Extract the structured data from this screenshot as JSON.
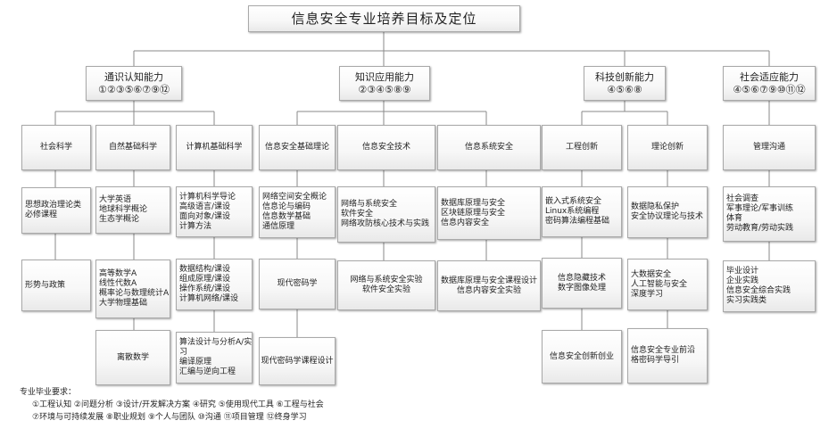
{
  "root": "信息安全专业培养目标及定位",
  "categories": [
    {
      "title": "通识认知能力",
      "nums": "①②③⑤⑥⑦⑨⑫"
    },
    {
      "title": "知识应用能力",
      "nums": "②③④⑤⑧⑨"
    },
    {
      "title": "科技创新能力",
      "nums": "④⑤⑥⑧"
    },
    {
      "title": "社会适应能力",
      "nums": "④⑤⑥⑦⑨⑩⑪⑫"
    }
  ],
  "columns": [
    {
      "header": "社会科学",
      "items": [
        [
          "思想政治理论类",
          "必修课程"
        ],
        [
          "形势与政策"
        ]
      ]
    },
    {
      "header": "自然基础科学",
      "items": [
        [
          "大学英语",
          "地球科学概论",
          "生态学概论"
        ],
        [
          "高等数学A",
          "线性代数A",
          "概率论与数理统计A",
          "大学物理基础"
        ],
        [
          "离散数学"
        ]
      ]
    },
    {
      "header": "计算机基础科学",
      "items": [
        [
          "计算机科学导论",
          "高级语言/课设",
          "面向对象/课设",
          "计算方法"
        ],
        [
          "数据结构/课设",
          "组成原理/课设",
          "操作系统/课设",
          "计算机网络/课设"
        ],
        [
          "算法设计与分析A/实",
          "习",
          "编译原理",
          "汇编与逆向工程"
        ]
      ]
    },
    {
      "header": "信息安全基础理论",
      "items": [
        [
          "网络空间安全概论",
          "信息论与编码",
          "信息数学基础",
          "通信原理"
        ],
        [
          "现代密码学"
        ],
        [
          "现代密码学课程设计"
        ]
      ]
    },
    {
      "header": "信息安全技术",
      "items": [
        [
          "网络与系统安全",
          "软件安全",
          "网络攻防核心技术与实践"
        ],
        [
          "网络与系统安全实验",
          "软件安全实验"
        ]
      ]
    },
    {
      "header": "信息系统安全",
      "items": [
        [
          "数据库原理与安全",
          "区块链原理与安全",
          "信息内容安全"
        ],
        [
          "数据库原理与安全课程设计",
          "信息内容安全实验"
        ]
      ]
    },
    {
      "header": "工程创新",
      "items": [
        [
          "嵌入式系统安全",
          "Linux系统编程",
          "密码算法编程基础"
        ],
        [
          "信息隐藏技术",
          "数字图像处理"
        ],
        [
          "信息安全创新创业"
        ]
      ]
    },
    {
      "header": "理论创新",
      "items": [
        [
          "数据隐私保护",
          "安全协议理论与技术"
        ],
        [
          "大数据安全",
          "人工智能与安全",
          "深度学习"
        ],
        [
          "信息安全专业前沿",
          "格密码学导引"
        ]
      ]
    },
    {
      "header": "管理沟通",
      "items": [
        [
          "社会调查",
          "军事理论/军事训练",
          "体育",
          "劳动教育/劳动实践"
        ],
        [
          "毕业设计",
          "企业实践",
          "信息安全综合实践",
          "实习实践类"
        ]
      ]
    }
  ],
  "legend": {
    "title": "专业毕业要求：",
    "row1": "①工程认知  ②问题分析  ③设计/开发解决方案  ④研究  ⑤使用现代工具  ⑥工程与社会",
    "row2": "⑦环境与可持续发展  ⑧职业规划  ⑨个人与团队  ⑩沟通  ⑪项目管理  ⑫终身学习"
  }
}
